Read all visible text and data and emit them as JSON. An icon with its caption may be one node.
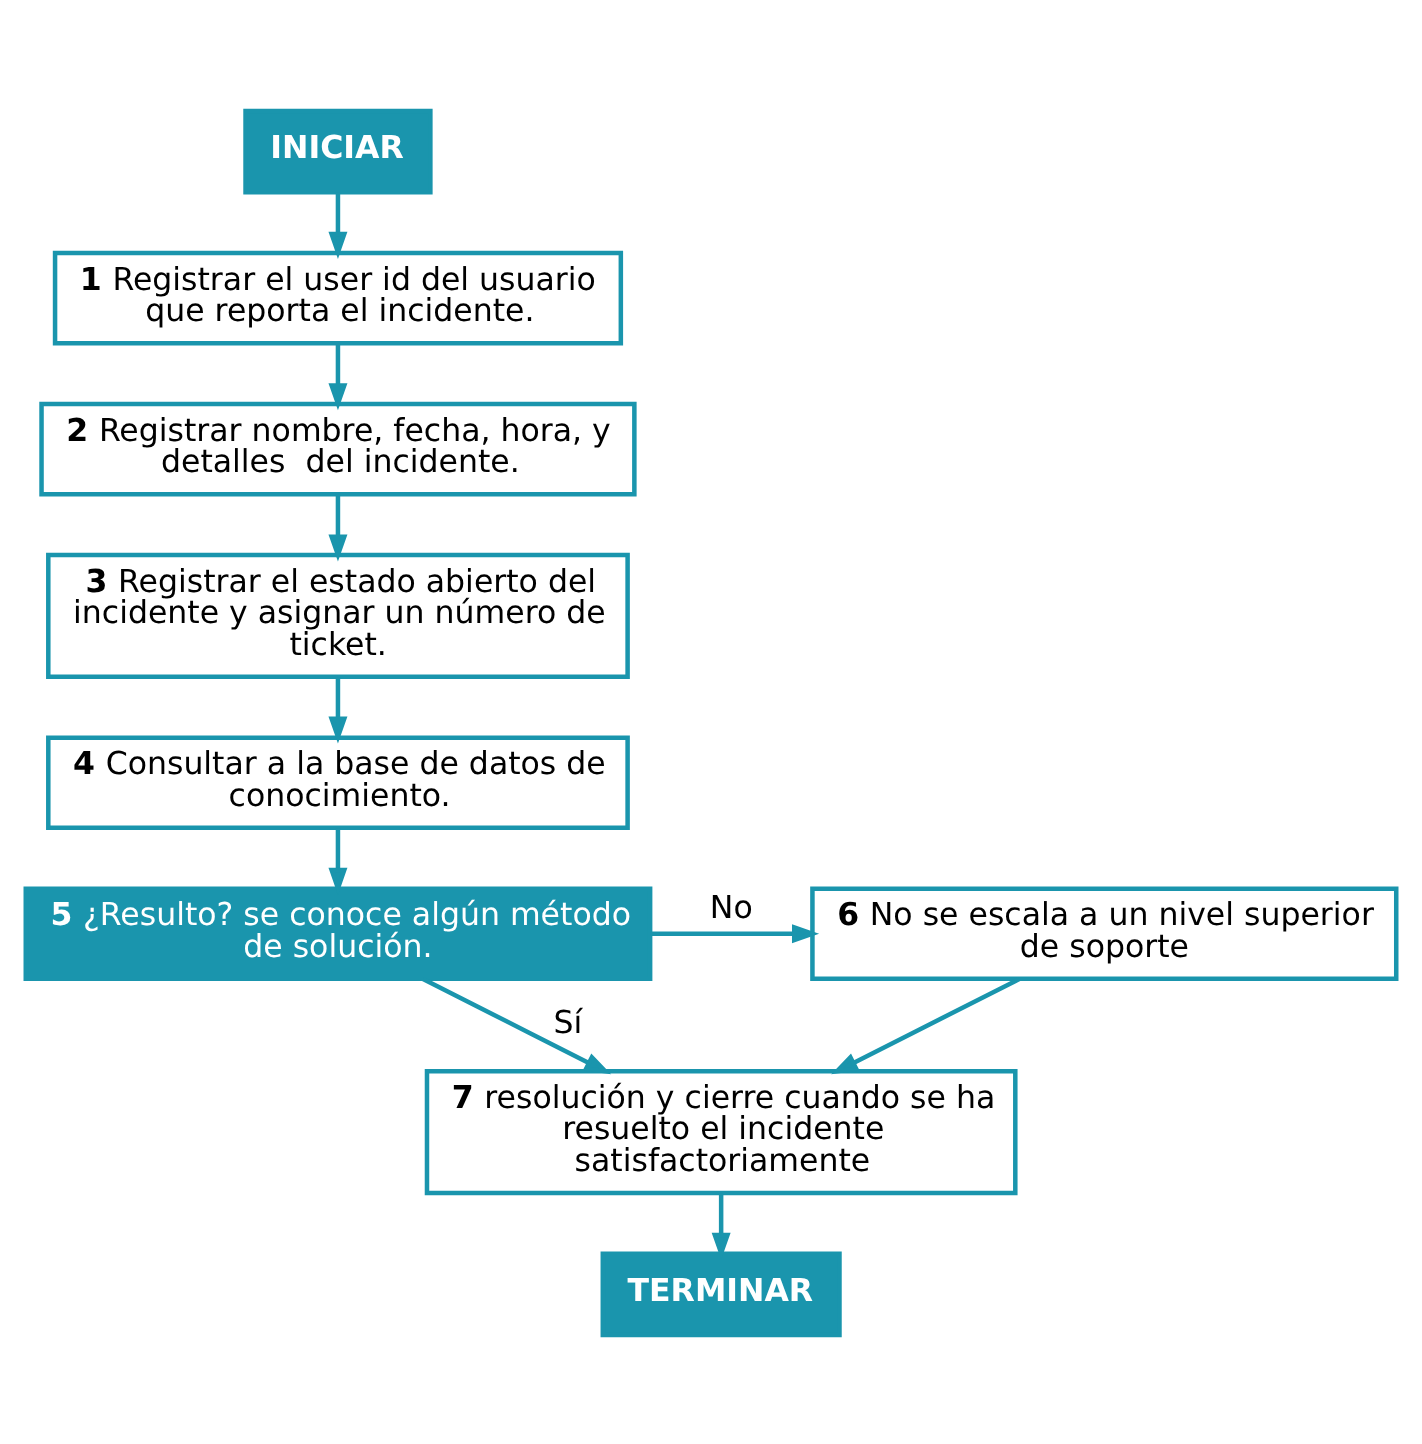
{
  "diagram": {
    "nodes": [
      {
        "text": [
          "INICIAR"
        ]
      },
      {
        "text": [
          "**1** Registrar el user id del usuario que reporta el incidente."
        ]
      },
      {
        "text": [
          "**2** Registrar nombre, fecha, hora, y detalles  del incidente."
        ]
      },
      {
        "text": [
          "**3** Registrar el estado abierto del incidente y asignar un número de ticket."
        ]
      },
      {
        "text": [
          "**4** Consultar a la base de datos de conocimiento."
        ]
      },
      {
        "text": [
          "**5** ¿Resulto? se conoce algún método de solución."
        ]
      },
      {
        "text": [
          "**6** No se escala a un nivel superior de soporte"
        ]
      },
      {
        "text": [
          "**7** resolución y cierre cuando se ha resuelto el incidente satisfactoriamente"
        ]
      },
      {
        "text": [
          "TERMINAR"
        ]
      }
    ],
    "edges": [
      {
        "from": 0,
        "to": 1,
        "arrow": "to"
      },
      {
        "from": 1,
        "to": 2,
        "arrow": "to"
      },
      {
        "from": 2,
        "to": 3,
        "arrow": "to"
      },
      {
        "from": 3,
        "to": 4,
        "arrow": "to"
      },
      {
        "from": 4,
        "to": 5,
        "arrow": "to"
      },
      {
        "from": 5,
        "to": 6,
        "arrow": "to",
        "label": "No"
      },
      {
        "from": 5,
        "to": 7,
        "arrow": "to",
        "label": "Sí"
      },
      {
        "from": 6,
        "to": 7,
        "arrow": "to"
      },
      {
        "from": 7,
        "to": 8,
        "arrow": "to"
      }
    ]
  }
}
